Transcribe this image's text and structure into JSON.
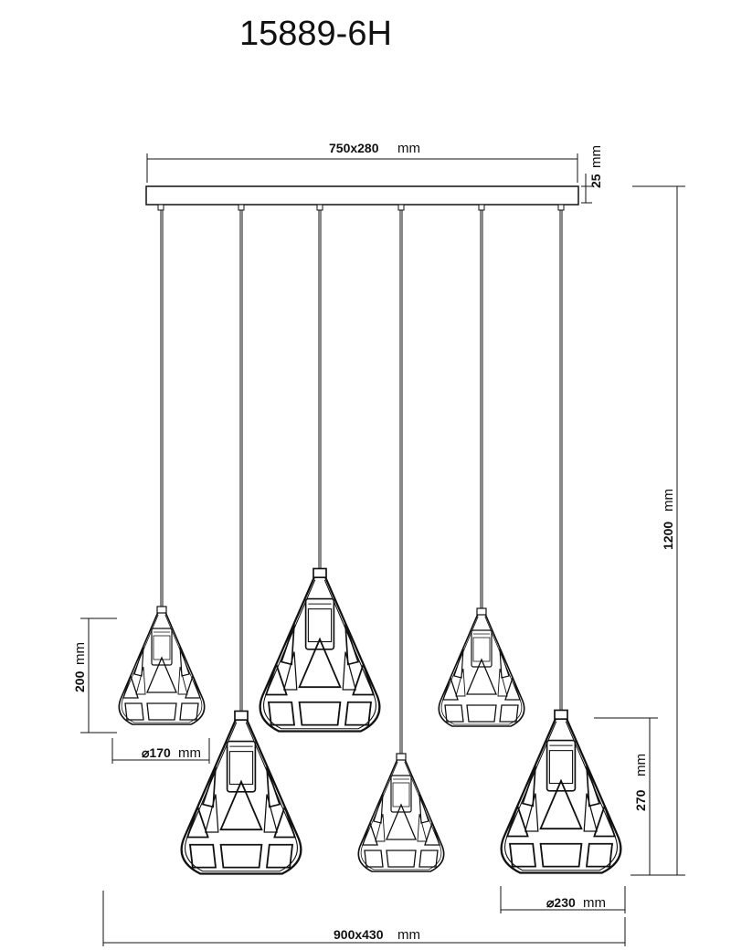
{
  "model": "15889-6H",
  "dimensions": {
    "canopy": {
      "value": "750x280",
      "unit": "mm"
    },
    "canopy_height": {
      "value": "25",
      "unit": "mm"
    },
    "overall_height": {
      "value": "1200",
      "unit": "mm"
    },
    "small_shade_height": {
      "value": "200",
      "unit": "mm"
    },
    "small_shade_diameter": {
      "value": "⌀170",
      "unit": "mm"
    },
    "large_shade_height": {
      "value": "270",
      "unit": "mm"
    },
    "large_shade_diameter": {
      "value": "⌀230",
      "unit": "mm"
    },
    "overall_footprint": {
      "value": "900x430",
      "unit": "mm"
    }
  }
}
